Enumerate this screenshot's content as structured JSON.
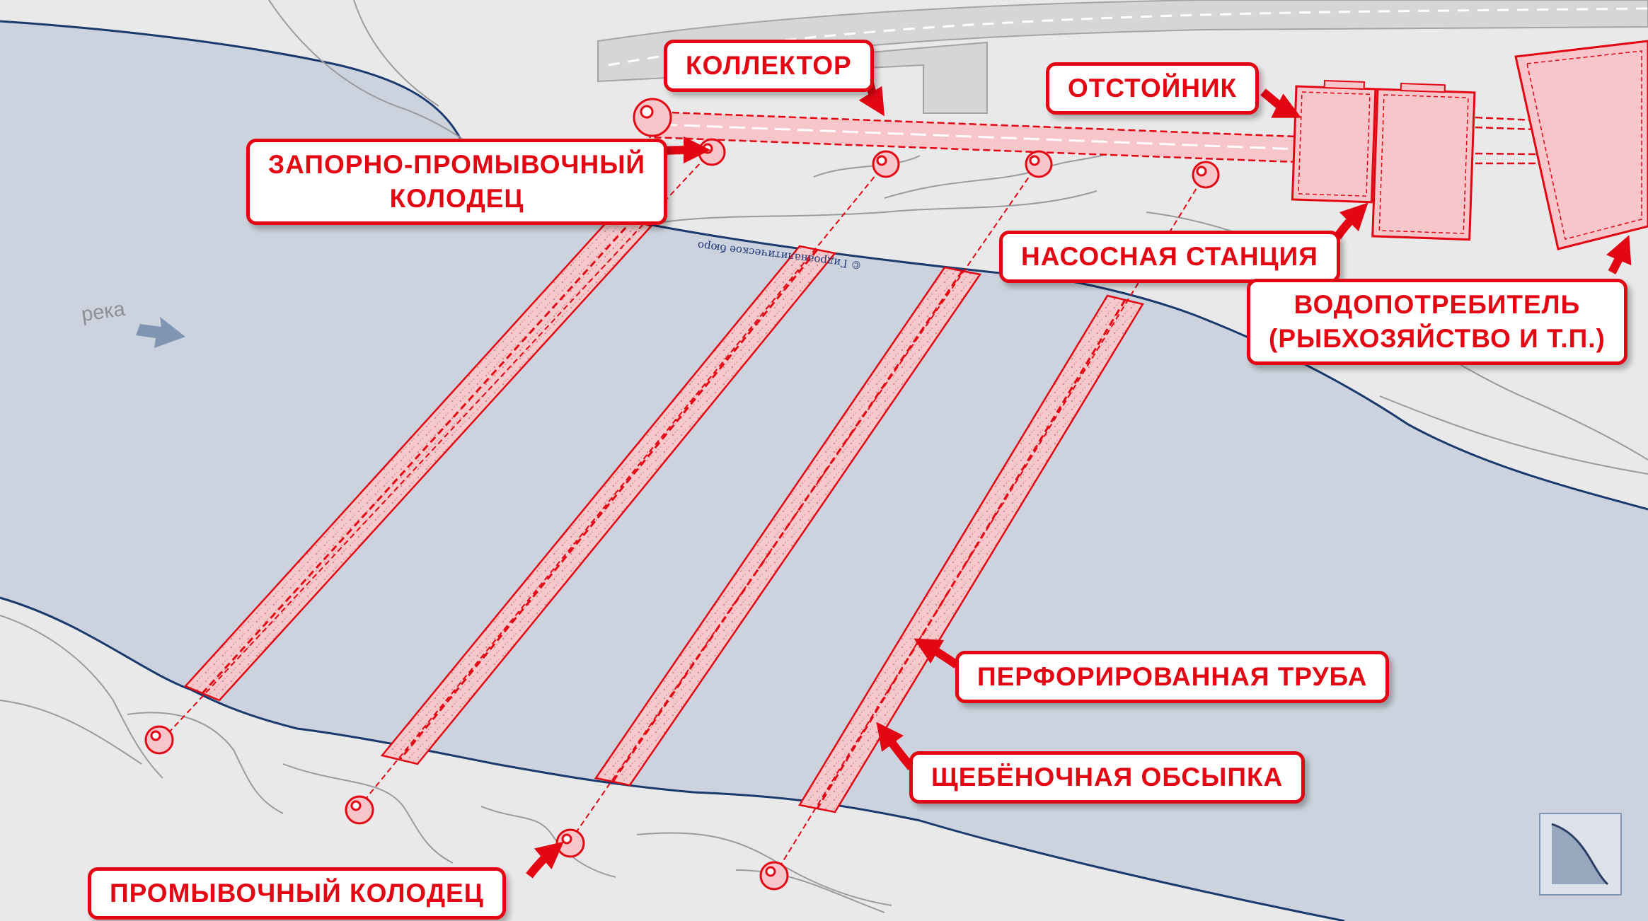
{
  "labels": {
    "kollektor": "КОЛЛЕКТОР",
    "otstoynik": "ОТСТОЙНИК",
    "zaporno_line1": "ЗАПОРНО-ПРОМЫВОЧНЫЙ",
    "zaporno_line2": "КОЛОДЕЦ",
    "nasosnaya": "НАСОСНАЯ СТАНЦИЯ",
    "vodopotrebitel_line1": "ВОДОПОТРЕБИТЕЛЬ",
    "vodopotrebitel_line2": "(РЫБХОЗЯЙСТВО И Т.П.)",
    "perforirovannaya": "ПЕРФОРИРОВАННАЯ  ТРУБА",
    "shchebenochnaya": "ЩЕБЁНОЧНАЯ ОБСЫПКА",
    "promyvochny": "ПРОМЫВОЧНЫЙ КОЛОДЕЦ"
  },
  "river_label": "река",
  "copyright": "© Гидроаналитическое бюро",
  "colors": {
    "accent": "#e30613",
    "water": "#ccd3de",
    "land": "#e9e9ea",
    "shore_line": "#1a3a6e",
    "arrow_flow": "#7f96b3"
  },
  "icons": [
    "flow-arrow-icon",
    "logo-icon"
  ]
}
